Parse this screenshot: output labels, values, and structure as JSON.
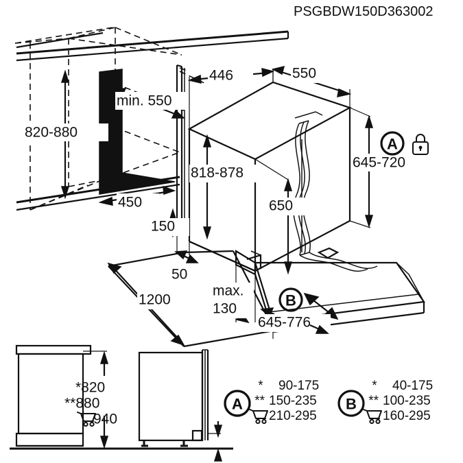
{
  "drawing": {
    "code": "PSGBDW150D363002",
    "type": "technical-installation-diagram",
    "product": "built-in dishwasher installation dimensions"
  },
  "dimensions": {
    "niche_height": "820-880",
    "min_depth": "min. 550",
    "niche_width": "450",
    "appliance_width_top": "446",
    "appliance_depth": "550",
    "appliance_height": "818-878",
    "door_panel_height": "650",
    "door_panel_height_range": "645-720",
    "door_offset": "150",
    "plinth_offset": "50",
    "opening_clearance": "1200",
    "max_label": "max.",
    "max_value": "130",
    "door_width_range": "645-776"
  },
  "side_view": {
    "star_one": "*820",
    "star_two": "**880",
    "cart_value": "940"
  },
  "legend": [
    {
      "mark": "A",
      "rows": [
        {
          "prefix": "*",
          "value": "90-175"
        },
        {
          "prefix": "**",
          "value": "150-235"
        },
        {
          "prefix": "cart-icon",
          "value": "210-295"
        }
      ]
    },
    {
      "mark": "B",
      "rows": [
        {
          "prefix": "*",
          "value": "40-175"
        },
        {
          "prefix": "**",
          "value": "100-235"
        },
        {
          "prefix": "cart-icon",
          "value": "160-295"
        }
      ]
    }
  ],
  "marks": {
    "a": "A",
    "b": "B"
  },
  "icons": {
    "lock": "padlock-icon",
    "cart": "shopping-cart-icon"
  },
  "colors": {
    "ink": "#111111",
    "paper": "#ffffff"
  }
}
